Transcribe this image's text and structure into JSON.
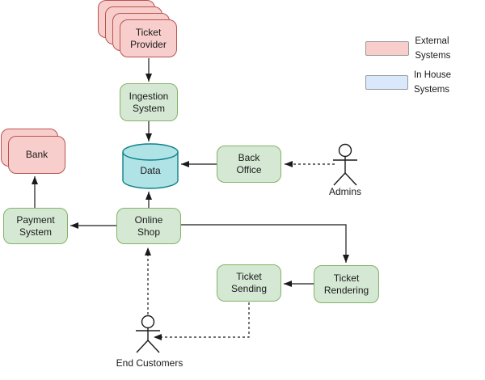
{
  "nodes": {
    "ticket_provider": {
      "label": "Ticket\nProvider",
      "type": "external"
    },
    "bank": {
      "label": "Bank",
      "type": "external"
    },
    "ingestion_system": {
      "label": "Ingestion\nSystem",
      "type": "in_house"
    },
    "data_store": {
      "label": "Data",
      "type": "data_store"
    },
    "back_office": {
      "label": "Back\nOffice",
      "type": "in_house"
    },
    "payment_system": {
      "label": "Payment\nSystem",
      "type": "in_house"
    },
    "online_shop": {
      "label": "Online\nShop",
      "type": "in_house"
    },
    "ticket_sending": {
      "label": "Ticket\nSending",
      "type": "in_house"
    },
    "ticket_rendering": {
      "label": "Ticket\nRendering",
      "type": "in_house"
    }
  },
  "actors": {
    "admins": {
      "label": "Admins"
    },
    "end_customers": {
      "label": "End Customers"
    }
  },
  "legend": {
    "items": [
      {
        "label": "External Systems",
        "color": "#f8cecc"
      },
      {
        "label": "In House Systems",
        "color": "#dae8fc"
      }
    ]
  },
  "colors": {
    "external_fill": "#f8cecc",
    "external_stroke": "#b85450",
    "in_house_fill": "#d5e8d4",
    "in_house_stroke": "#82b366",
    "data_fill": "#b0e3e6",
    "data_stroke": "#0e8088",
    "connector": "#000000"
  },
  "edges": [
    {
      "from": "ticket_provider",
      "to": "ingestion_system",
      "style": "solid"
    },
    {
      "from": "ingestion_system",
      "to": "data_store",
      "style": "solid"
    },
    {
      "from": "back_office",
      "to": "data_store",
      "style": "solid"
    },
    {
      "from": "admins",
      "to": "back_office",
      "style": "dashed"
    },
    {
      "from": "online_shop",
      "to": "data_store",
      "style": "solid"
    },
    {
      "from": "online_shop",
      "to": "payment_system",
      "style": "solid"
    },
    {
      "from": "payment_system",
      "to": "bank",
      "style": "solid"
    },
    {
      "from": "online_shop",
      "to": "ticket_rendering",
      "style": "solid"
    },
    {
      "from": "ticket_rendering",
      "to": "ticket_sending",
      "style": "solid"
    },
    {
      "from": "ticket_sending",
      "to": "end_customers",
      "style": "dashed"
    },
    {
      "from": "end_customers",
      "to": "online_shop",
      "style": "dashed"
    }
  ]
}
